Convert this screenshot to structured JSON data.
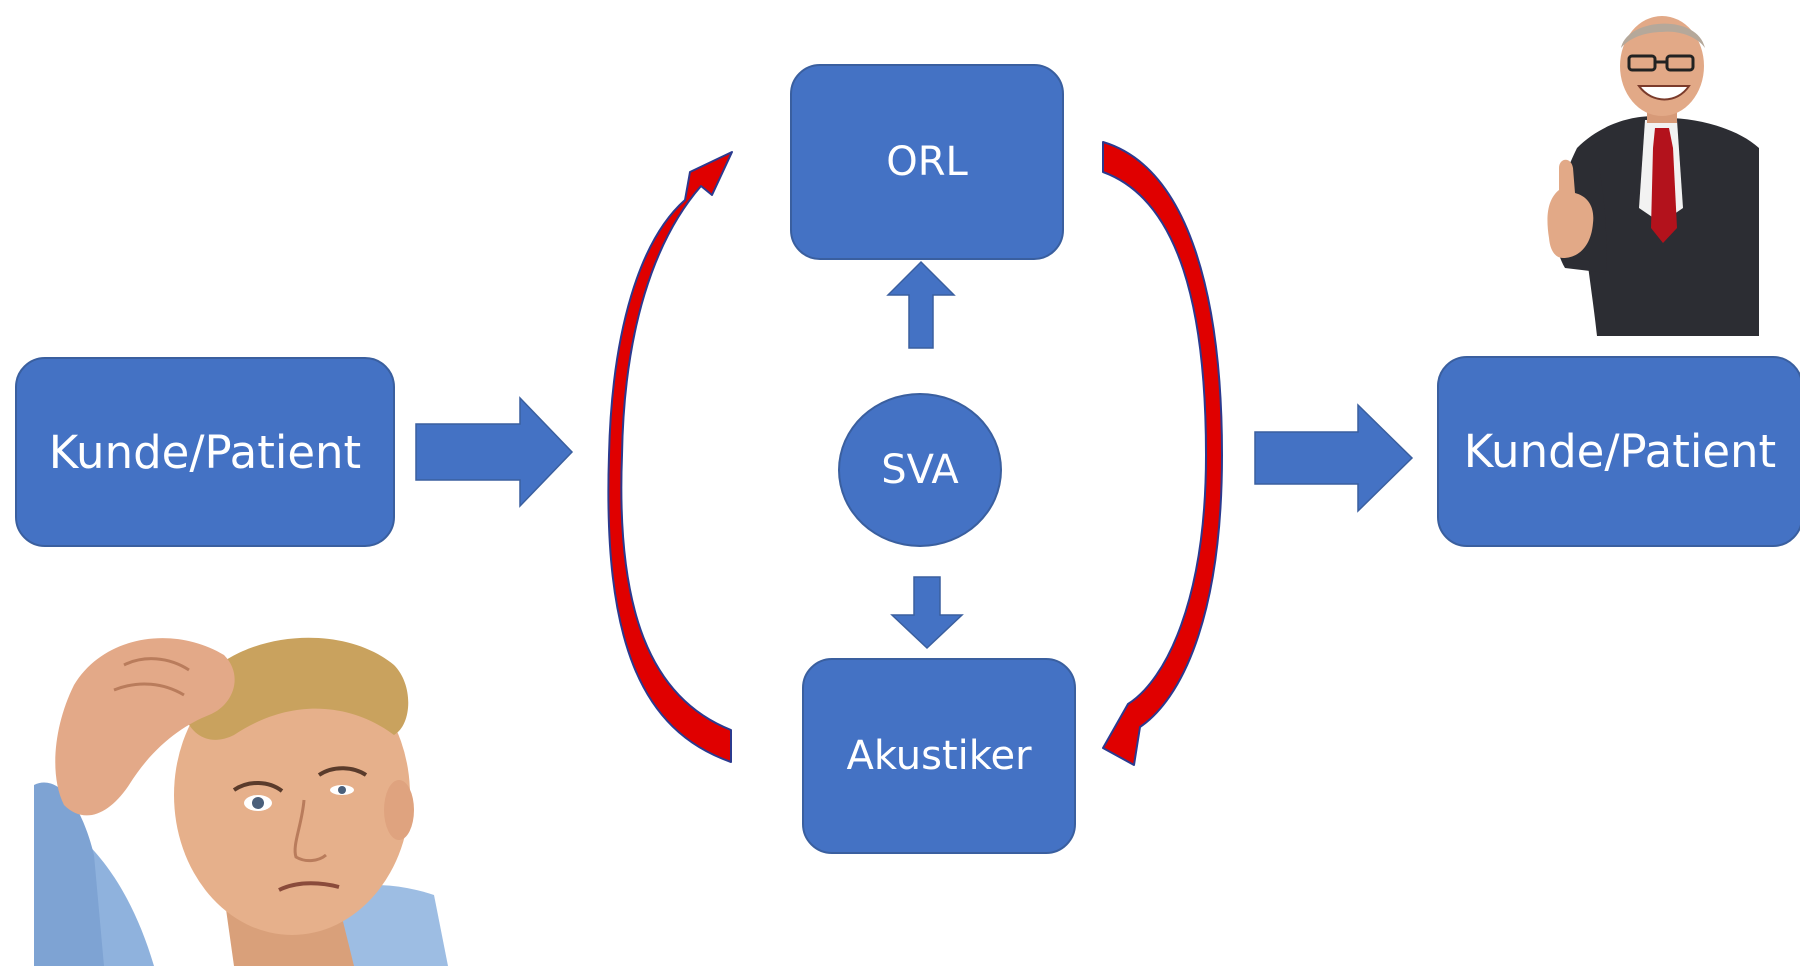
{
  "diagram": {
    "nodes": {
      "customer_in": "Kunde/Patient",
      "orl": "ORL",
      "sva": "SVA",
      "akustiker": "Akustiker",
      "customer_out": "Kunde/Patient"
    },
    "colors": {
      "box_fill": "#4472c4",
      "box_border": "#3a5f9f",
      "text": "#ffffff",
      "curved_arrow_fill": "#e00000",
      "curved_arrow_edge": "#2b3a8f"
    },
    "images": {
      "left": "confused-man-photo",
      "right": "thumbs-up-businessman-photo"
    }
  }
}
